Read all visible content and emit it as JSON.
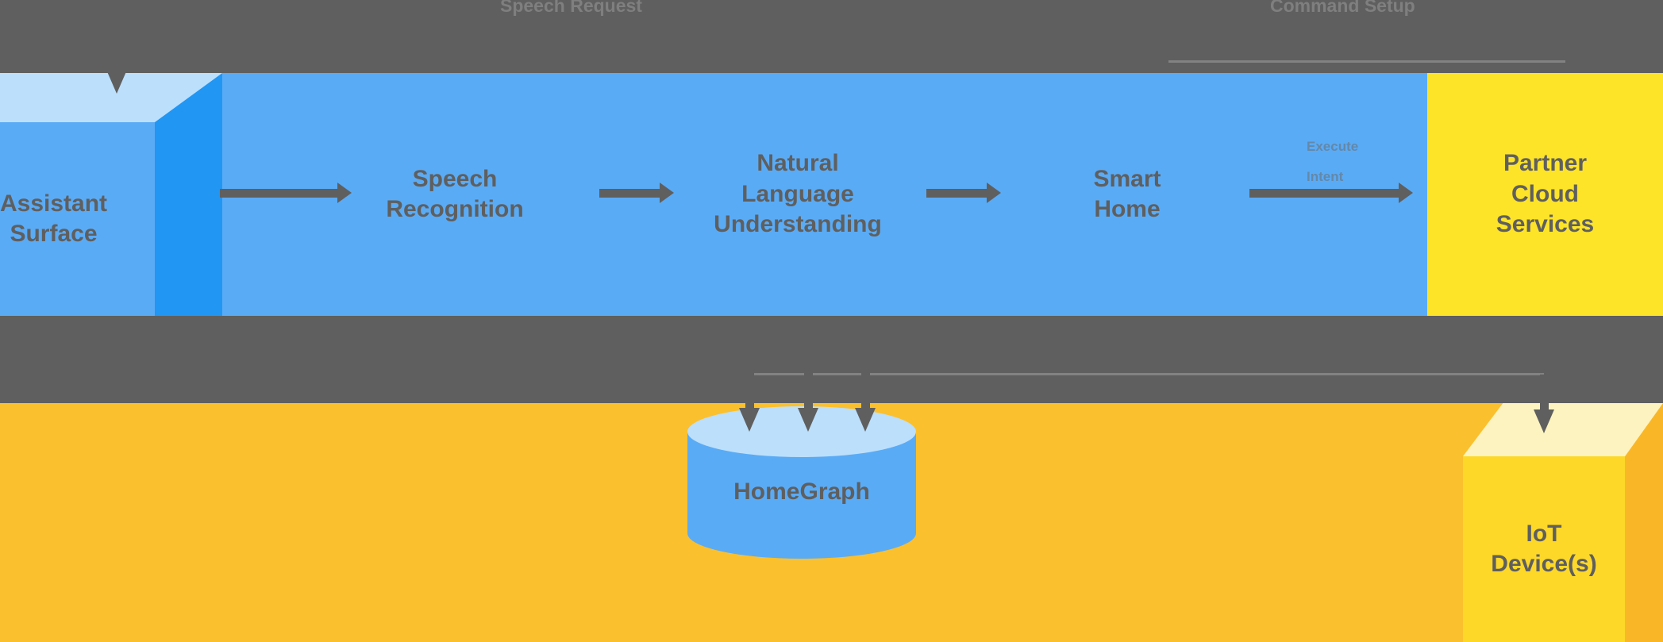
{
  "diagram": {
    "title_left": "Speech Request",
    "title_right": "Command Setup",
    "colors": {
      "background_gray": "#5f5f5f",
      "band_blue": "#5aabf5",
      "band_orange": "#fbc02d",
      "card_yellow": "#fde428",
      "box_top_light_blue": "#bcdffb",
      "box_side_blue": "#2196f3",
      "box_top_cream": "#fdf3c0",
      "box_front_yellow": "#fdd828",
      "box_side_orange": "#f9b728",
      "arrow_gray": "#5f5f5f",
      "text_gray": "#5f5f5f"
    }
  },
  "nodes": {
    "assistant_surface": {
      "label_line1": "Assistant",
      "label_line2": "Surface",
      "shape": "cube"
    },
    "speech_recognition": {
      "label_line1": "Speech",
      "label_line2": "Recognition",
      "shape": "text"
    },
    "natural_language_understanding": {
      "label_line1": "Natural",
      "label_line2": "Language",
      "label_line3": "Understanding",
      "shape": "text"
    },
    "smart_home": {
      "label_line1": "Smart",
      "label_line2": "Home",
      "shape": "text"
    },
    "partner_cloud_services": {
      "label_line1": "Partner",
      "label_line2": "Cloud",
      "label_line3": "Services",
      "shape": "card"
    },
    "homegraph": {
      "label": "HomeGraph",
      "shape": "cylinder"
    },
    "iot_devices": {
      "label_line1": "IoT",
      "label_line2": "Device(s)",
      "shape": "cube"
    }
  },
  "annotations": {
    "execute_line1": "Execute",
    "execute_line2": "Intent"
  }
}
